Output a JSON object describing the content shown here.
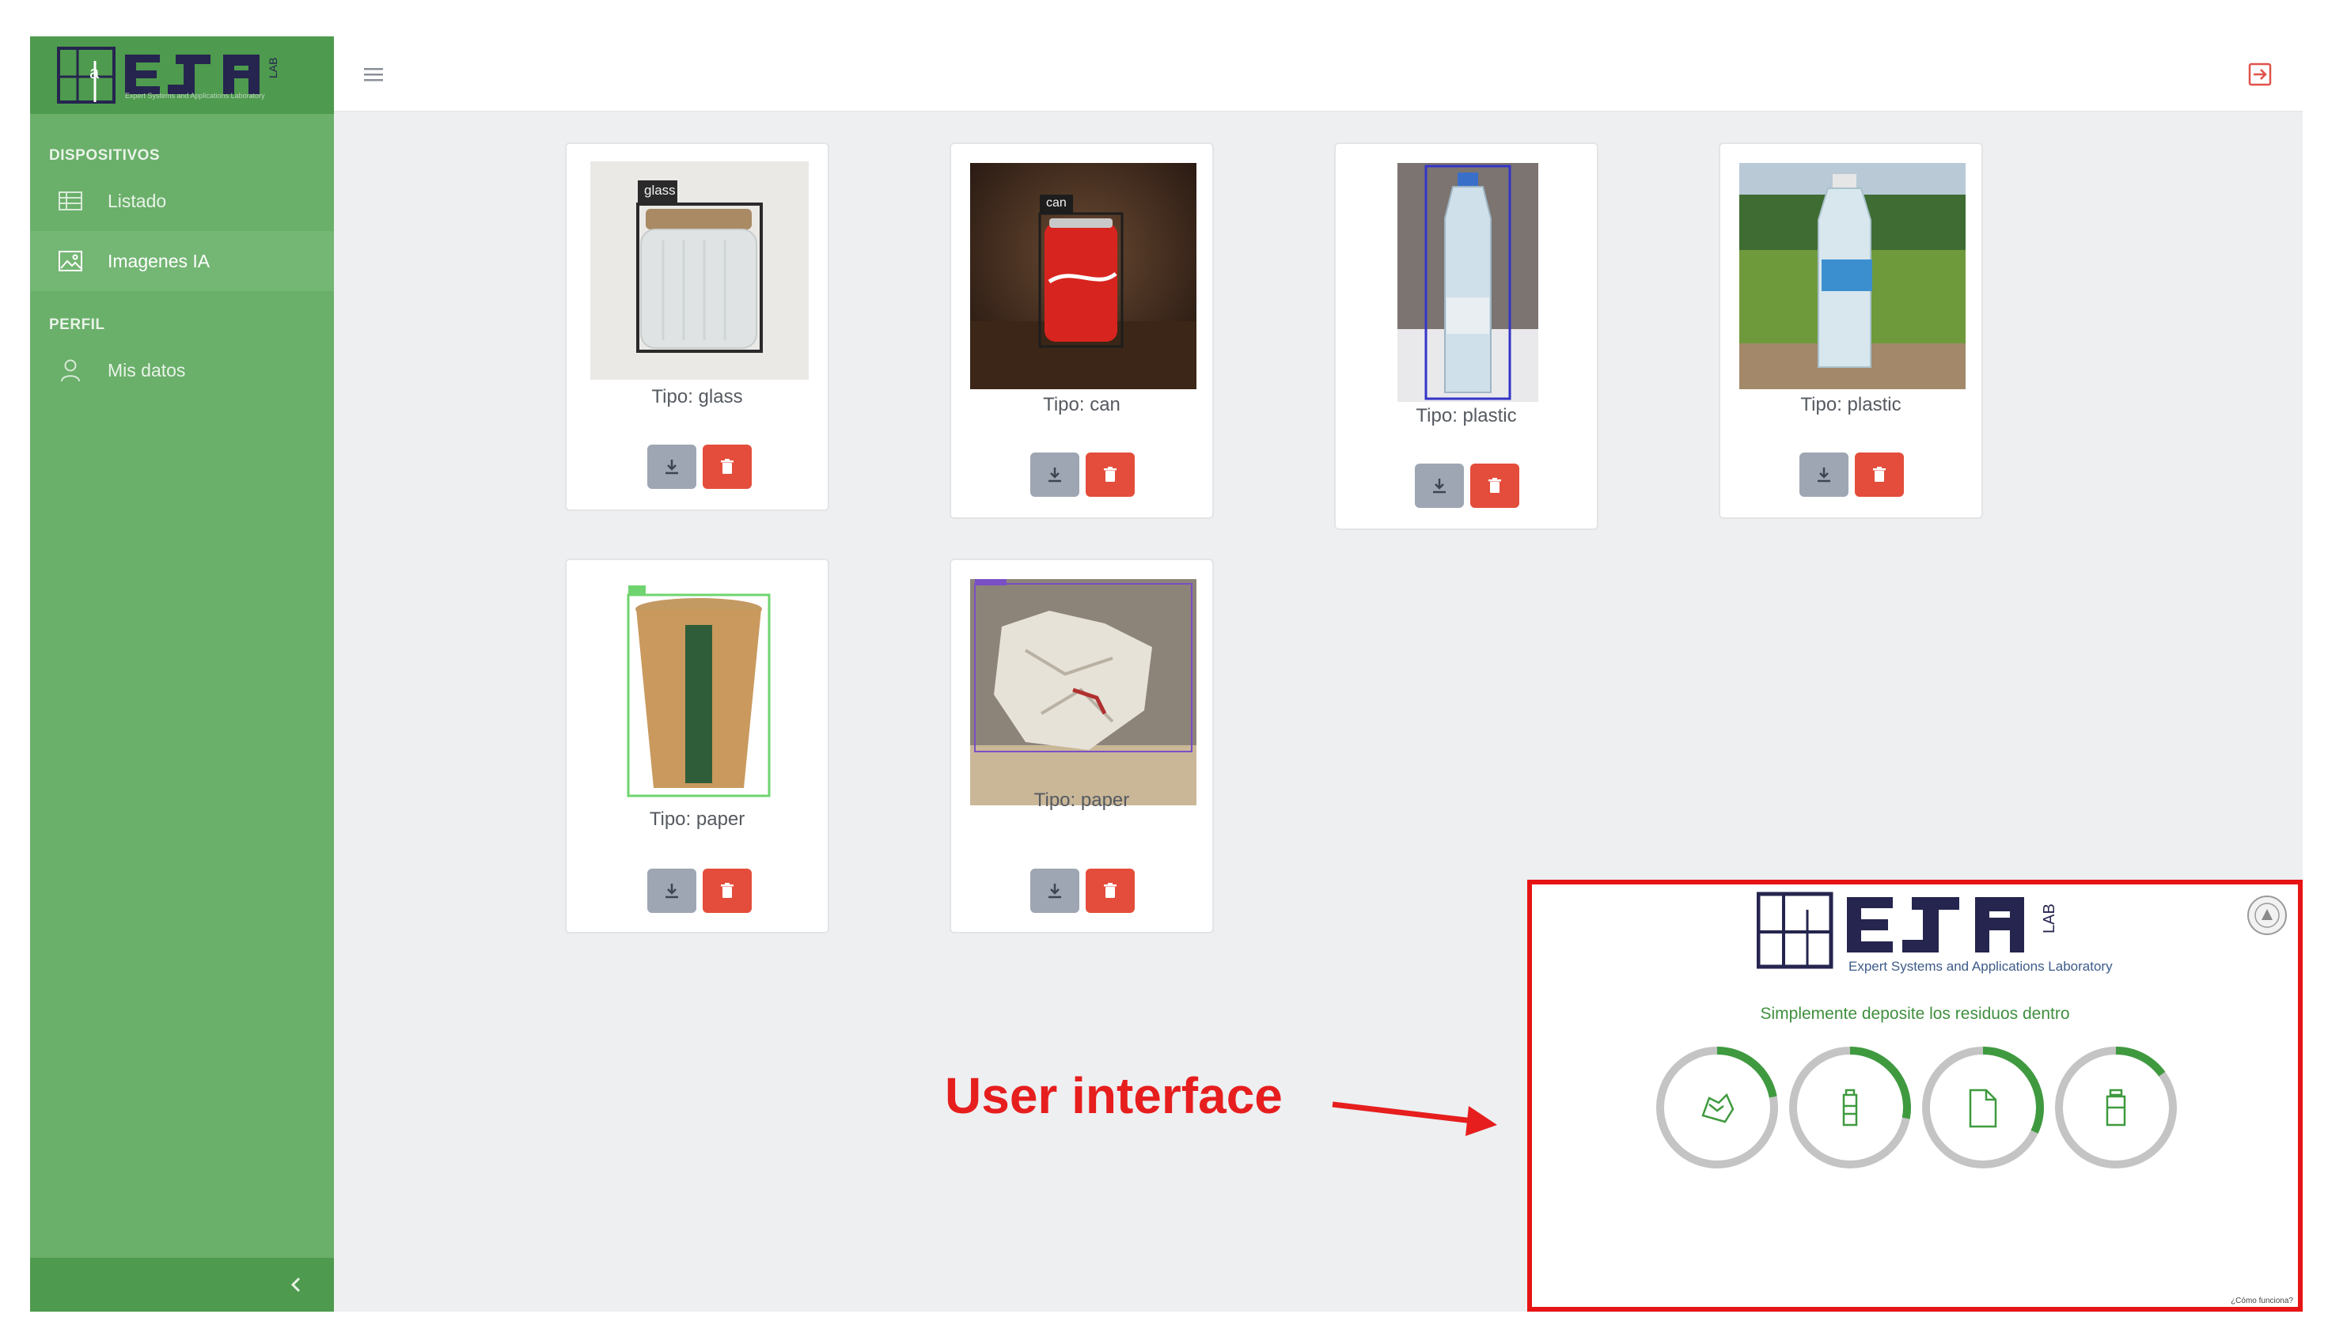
{
  "sidebar": {
    "brand_subtitle": "Expert Systems and Applications Laboratory",
    "section_devices": "DISPOSITIVOS",
    "nav_listado": "Listado",
    "nav_imagenes": "Imagenes IA",
    "section_profile": "PERFIL",
    "nav_misdatos": "Mis datos"
  },
  "cards": [
    {
      "caption": "Tipo: glass",
      "detection_label": "glass"
    },
    {
      "caption": "Tipo: can",
      "detection_label": "can"
    },
    {
      "caption": "Tipo: plastic",
      "detection_label": ""
    },
    {
      "caption": "Tipo: plastic",
      "detection_label": ""
    },
    {
      "caption": "Tipo: paper",
      "detection_label": ""
    },
    {
      "caption": "Tipo: paper",
      "detection_label": ""
    }
  ],
  "annotation": {
    "label": "User interface"
  },
  "user_interface": {
    "lab_name": "Expert Systems and Applications Laboratory",
    "instruction": "Simplemente deposite los residuos dentro",
    "corner_note": "¿Cómo funciona?",
    "bins": [
      {
        "icon": "paper-ball-icon",
        "fill": 0.22
      },
      {
        "icon": "plastic-bottle-icon",
        "fill": 0.28
      },
      {
        "icon": "document-icon",
        "fill": 0.32
      },
      {
        "icon": "glass-jar-icon",
        "fill": 0.15
      }
    ]
  },
  "colors": {
    "sidebar": "#6aaf6a",
    "sidebar_dark": "#4e9a4e",
    "accent_green": "#3f9a3f",
    "delete_red": "#e44d3b",
    "download_gray": "#9ea6b3",
    "annotation_red": "#e61e1e",
    "logo_navy": "#25254f"
  }
}
